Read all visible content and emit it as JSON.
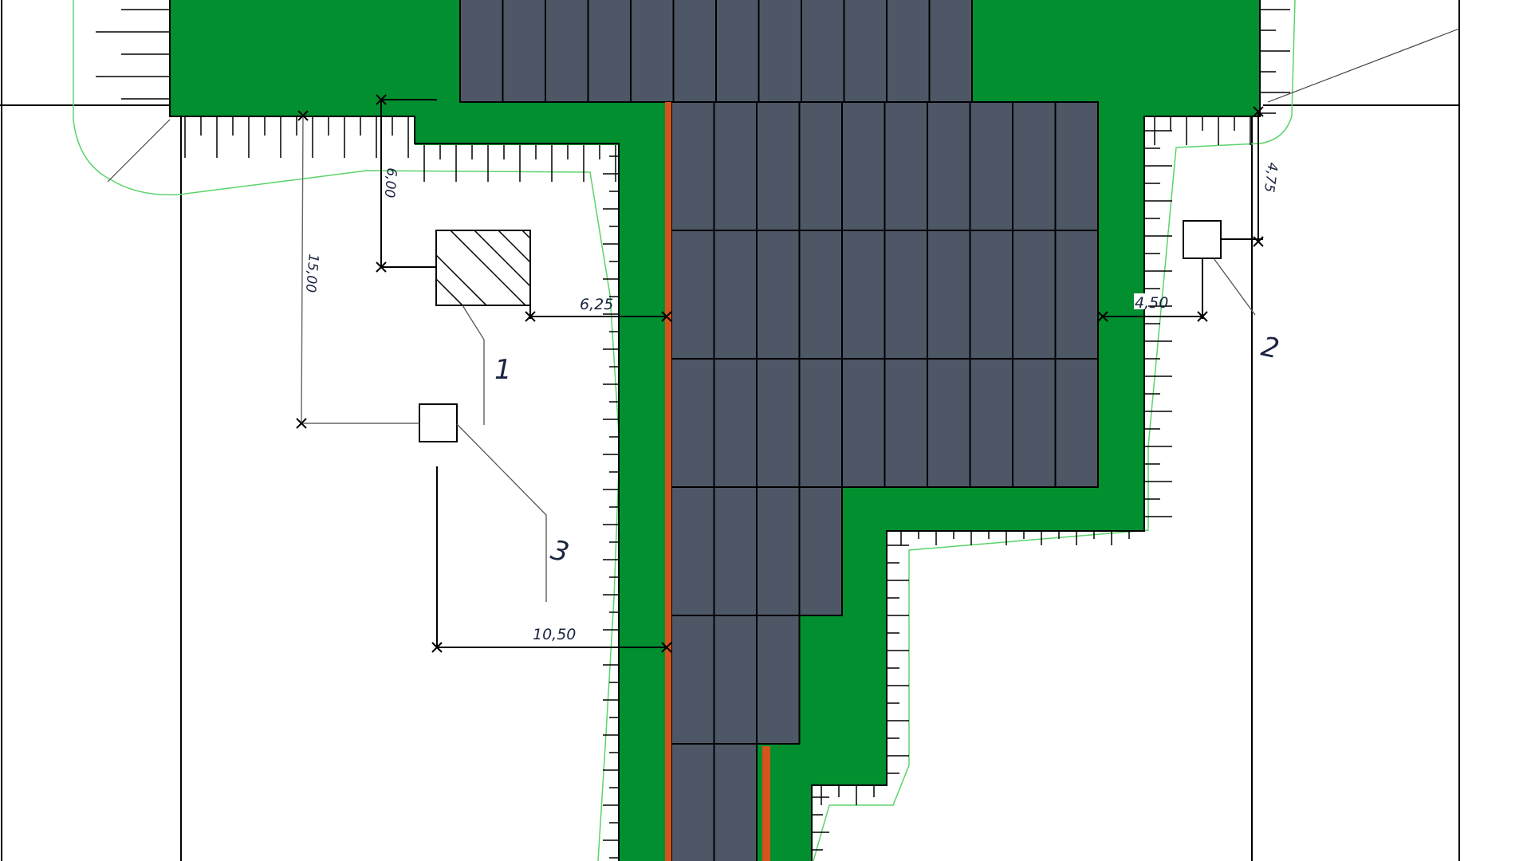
{
  "colors": {
    "green": "#028f2f",
    "pit": "#4d5766",
    "orange": "#d4541b",
    "outline": "#000000",
    "contour": "#5bd36b",
    "dim": "#1a2440",
    "background": "#ffffff"
  },
  "dimensions": {
    "d600": "6,00",
    "d1500": "15,00",
    "d625": "6,25",
    "d450": "4,50",
    "d475": "4,75",
    "d1050": "10,50"
  },
  "callouts": {
    "c1": "1",
    "c2": "2",
    "c3": "3"
  }
}
